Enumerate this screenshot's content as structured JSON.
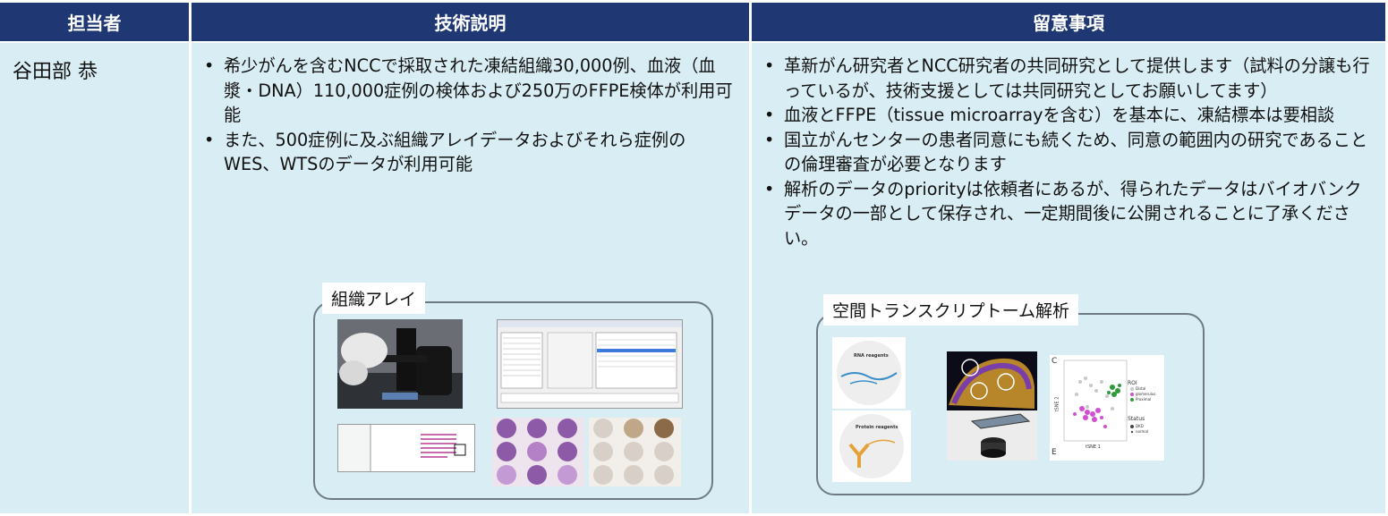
{
  "headers": {
    "person": "担当者",
    "technique": "技術説明",
    "notes": "留意事項"
  },
  "person_name": "谷田部 恭",
  "technique_bullets": [
    "希少がんを含むNCCで採取された凍結組織30,000例、血液（血漿・DNA）110,000症例の検体および250万のFFPE検体が利用可能",
    "また、500症例に及ぶ組織アレイデータおよびそれら症例のWES、WTSのデータが利用可能"
  ],
  "notes_bullets": [
    "革新がん研究者とNCC研究者の共同研究として提供します（試料の分譲も行っているが、技術支援としては共同研究としてお願いしてます）",
    "血液とFFPE（tissue microarrayを含む）を基本に、凍結標本は要相談",
    "国立がんセンターの患者同意にも続くため、同意の範囲内の研究であることの倫理審査が必要となります",
    "解析のデータのpriorityは依頼者にあるが、得られたデータはバイオバンクデータの一部として保存され、一定期間後に公開されることに了承ください。"
  ],
  "panels": {
    "tissue_array_label": "組織アレイ",
    "spatial_label": "空間トランスクリプトーム解析"
  },
  "figure_text": {
    "rna_title": "RNA reagents",
    "protein_title": "Protein reagents",
    "roi_title": "ROI",
    "roi_items": [
      "Distal",
      "glomerulus",
      "Proximal"
    ],
    "status_title": "Status",
    "status_items": [
      "DKD",
      "normal"
    ],
    "axis_y": "tSNE 2",
    "axis_x": "tSNE 1",
    "letter_c": "C",
    "letter_e": "E"
  },
  "colors": {
    "header_bg": "#1f3874",
    "body_bg": "#d9edf4",
    "roi_distal": "#c8c8c8",
    "roi_glomerulus": "#d24fd2",
    "roi_proximal": "#2e9b3a"
  }
}
